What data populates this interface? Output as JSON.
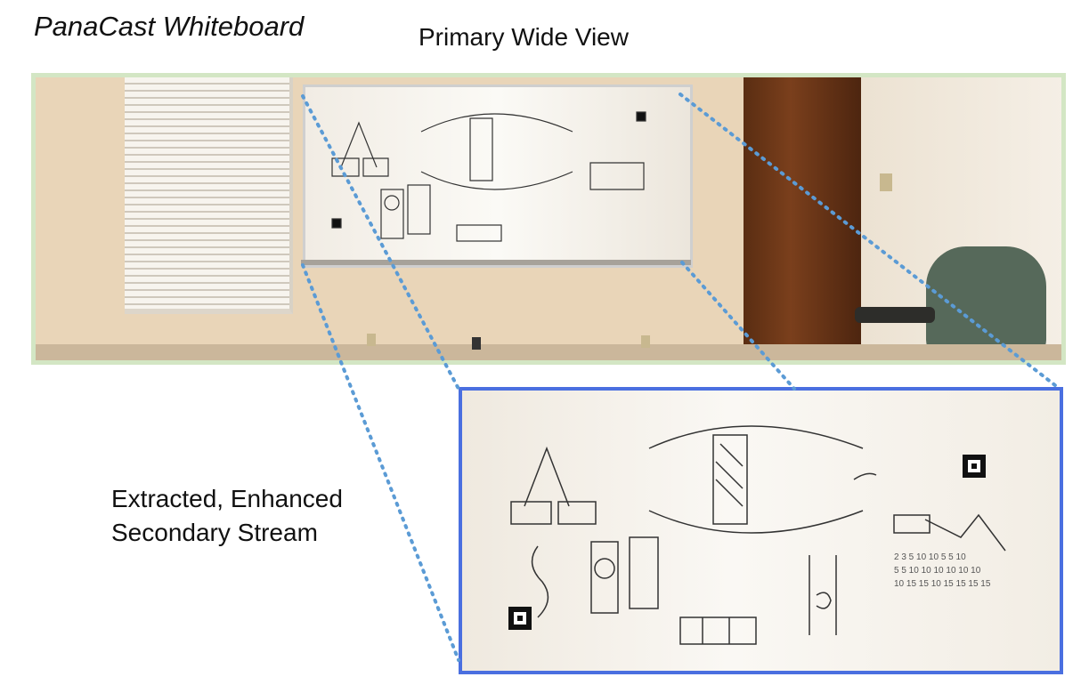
{
  "title": "PanaCast Whiteboard",
  "primary_label": "Primary Wide View",
  "secondary_label_line1": "Extracted, Enhanced",
  "secondary_label_line2": "Secondary Stream",
  "colors": {
    "primary_border": "#d3e6c4",
    "secondary_border": "#4a6fe0",
    "connector": "#5b9bd5"
  }
}
